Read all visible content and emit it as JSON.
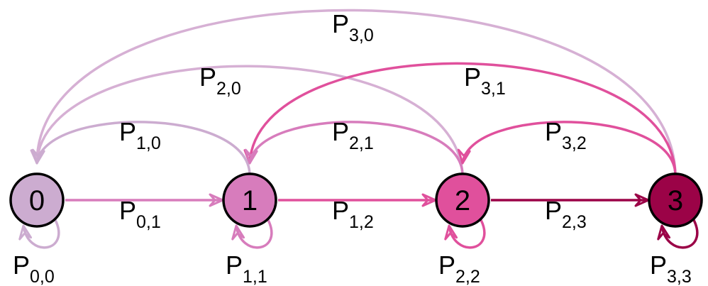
{
  "states": [
    {
      "id": "0",
      "label": "0",
      "color": "#ccacd0"
    },
    {
      "id": "1",
      "label": "1",
      "color": "#d77cbc"
    },
    {
      "id": "2",
      "label": "2",
      "color": "#e0509c"
    },
    {
      "id": "3",
      "label": "3",
      "color": "#9b0347"
    }
  ],
  "edge_colors": {
    "from_0": "#ccacd0",
    "from_1": "#d77cbc",
    "from_2": "#e0509c",
    "from_3_back": "#d6b0d4",
    "to_3": "#9b0347"
  },
  "transitions": {
    "p00": {
      "base": "P",
      "sub": "0,0"
    },
    "p01": {
      "base": "P",
      "sub": "0,1"
    },
    "p10": {
      "base": "P",
      "sub": "1,0"
    },
    "p11": {
      "base": "P",
      "sub": "1,1"
    },
    "p12": {
      "base": "P",
      "sub": "1,2"
    },
    "p20": {
      "base": "P",
      "sub": "2,0"
    },
    "p21": {
      "base": "P",
      "sub": "2,1"
    },
    "p22": {
      "base": "P",
      "sub": "2,2"
    },
    "p23": {
      "base": "P",
      "sub": "2,3"
    },
    "p30": {
      "base": "P",
      "sub": "3,0"
    },
    "p31": {
      "base": "P",
      "sub": "3,1"
    },
    "p32": {
      "base": "P",
      "sub": "3,2"
    },
    "p33": {
      "base": "P",
      "sub": "3,3"
    }
  }
}
